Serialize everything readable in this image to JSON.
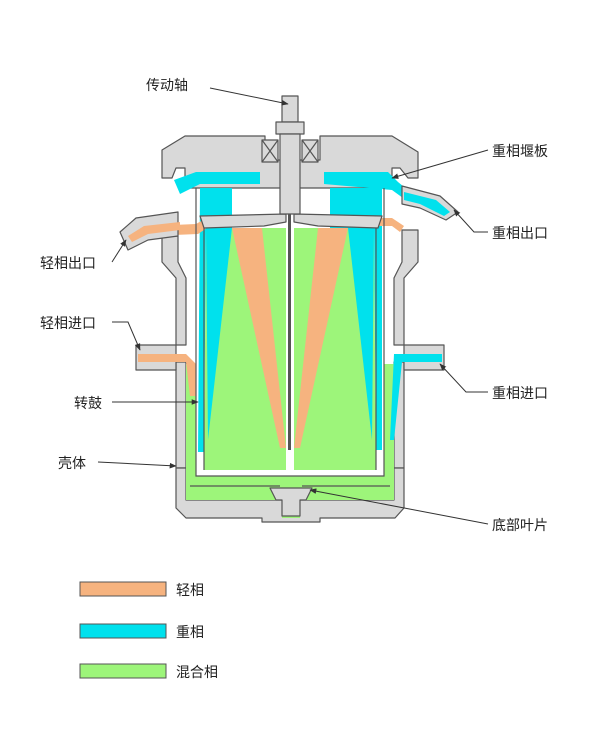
{
  "labels": {
    "drive_shaft": "传动轴",
    "heavy_weir": "重相堰板",
    "light_outlet": "轻相出口",
    "heavy_outlet": "重相出口",
    "light_inlet": "轻相进口",
    "heavy_inlet": "重相进口",
    "rotor_drum": "转鼓",
    "shell": "壳体",
    "bottom_vane": "底部叶片"
  },
  "legend": [
    {
      "label": "轻相",
      "color": "#f6b37f"
    },
    {
      "label": "重相",
      "color": "#00e1ed"
    },
    {
      "label": "混合相",
      "color": "#9df57a"
    }
  ],
  "colors": {
    "light_phase": "#f6b37f",
    "heavy_phase": "#00e1ed",
    "mixed_phase": "#9df57a",
    "housing": "#d9d9d9",
    "outline": "#555555"
  }
}
